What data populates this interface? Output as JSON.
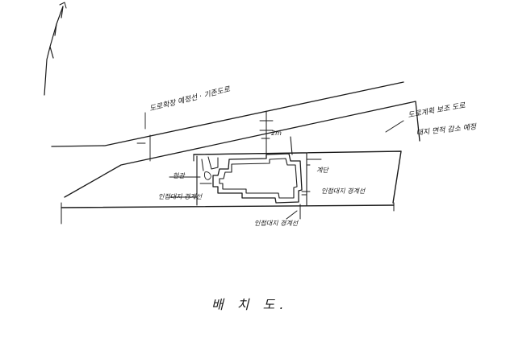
{
  "annotations": {
    "road_expand_left": "도로확장 예정선 · 기존도로",
    "road_expand_right_1": "도로계획 보조 도로",
    "road_expand_right_2": "대지 면적 감소 예정",
    "setback_left": "인접대지 경계선",
    "setback_right": "인접대지 경계선",
    "setback_bottom": "인접대지 경계선",
    "small_label_left": "현관",
    "small_label_right": "계단",
    "dimension_top": "2m"
  },
  "title": "배 치 도."
}
